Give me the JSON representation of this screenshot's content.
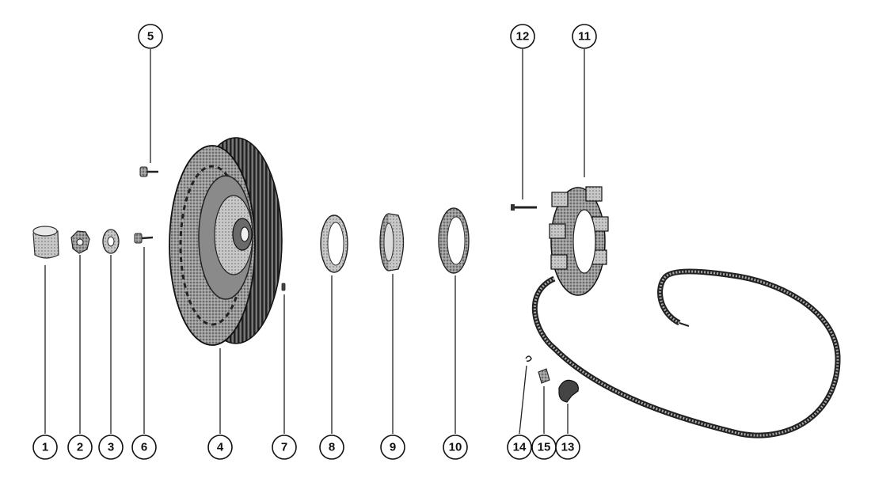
{
  "diagram": {
    "labels": {
      "1": "1",
      "2": "2",
      "3": "3",
      "4": "4",
      "5": "5",
      "6": "6",
      "7": "7",
      "8": "8",
      "9": "9",
      "10": "10",
      "11": "11",
      "12": "12",
      "13": "13",
      "14": "14",
      "15": "15"
    }
  }
}
